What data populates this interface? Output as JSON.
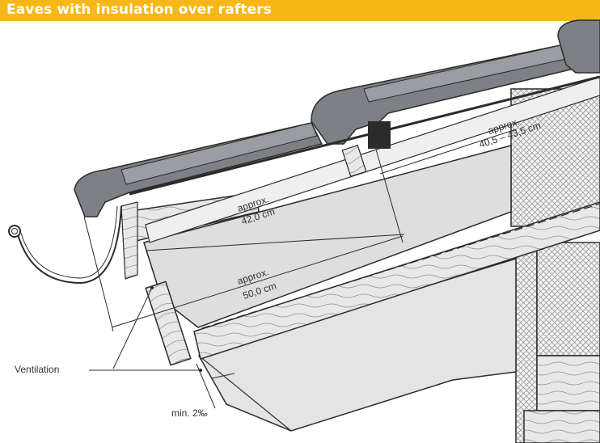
{
  "title": "Eaves with insulation over rafters",
  "colors": {
    "header_bg": "#f7b718",
    "header_text": "#ffffff",
    "tile_fill": "#7d8085",
    "tile_light": "#9a9da1",
    "wood_fill": "#e6e6e6",
    "insulation_fill": "#dedede",
    "line": "#2b2b2b"
  },
  "labels": {
    "dim_upper_1": "approx.",
    "dim_upper_2": "40,5 – 43,5 cm",
    "dim_mid_1": "approx.",
    "dim_mid_2": "42,0 cm",
    "dim_lower_1": "approx.",
    "dim_lower_2": "50,0 cm",
    "ventilation": "Ventilation",
    "min_slope": "min. 2‰"
  }
}
